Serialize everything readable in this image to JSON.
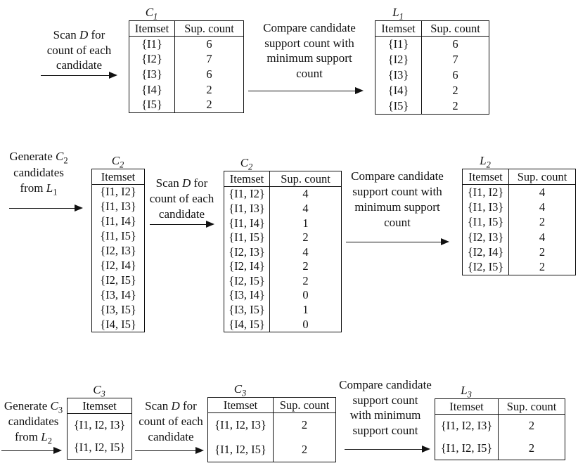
{
  "figure": {
    "background": "#ffffff",
    "text_color": "#111111",
    "line_color": "#111111"
  },
  "labels": {
    "scan1": {
      "lines": [
        [
          {
            "t": "Scan "
          },
          {
            "t": "D",
            "i": 1
          },
          {
            "t": " for"
          }
        ],
        [
          {
            "t": "count of each"
          }
        ],
        [
          {
            "t": "candidate"
          }
        ]
      ]
    },
    "compare1": {
      "lines": [
        [
          {
            "t": "Compare candidate"
          }
        ],
        [
          {
            "t": "support count with"
          }
        ],
        [
          {
            "t": "minimum support"
          }
        ],
        [
          {
            "t": "count"
          }
        ]
      ]
    },
    "generate2": {
      "lines": [
        [
          {
            "t": "Generate "
          },
          {
            "t": "C",
            "i": 1
          },
          {
            "t": "2",
            "s": 1
          }
        ],
        [
          {
            "t": "candidates"
          }
        ],
        [
          {
            "t": "from "
          },
          {
            "t": "L",
            "i": 1
          },
          {
            "t": "1",
            "s": 1
          }
        ]
      ]
    },
    "scan2": {
      "lines": [
        [
          {
            "t": "Scan "
          },
          {
            "t": "D",
            "i": 1
          },
          {
            "t": " for"
          }
        ],
        [
          {
            "t": "count of each"
          }
        ],
        [
          {
            "t": "candidate"
          }
        ]
      ]
    },
    "compare2": {
      "lines": [
        [
          {
            "t": "Compare candidate"
          }
        ],
        [
          {
            "t": "support count with"
          }
        ],
        [
          {
            "t": "minimum support"
          }
        ],
        [
          {
            "t": "count"
          }
        ]
      ]
    },
    "generate3": {
      "lines": [
        [
          {
            "t": "Generate "
          },
          {
            "t": "C",
            "i": 1
          },
          {
            "t": "3",
            "s": 1
          }
        ],
        [
          {
            "t": "candidates"
          }
        ],
        [
          {
            "t": "from "
          },
          {
            "t": "L",
            "i": 1
          },
          {
            "t": "2",
            "s": 1
          }
        ]
      ]
    },
    "scan3": {
      "lines": [
        [
          {
            "t": "Scan "
          },
          {
            "t": "D",
            "i": 1
          },
          {
            "t": " for"
          }
        ],
        [
          {
            "t": "count of each"
          }
        ],
        [
          {
            "t": "candidate"
          }
        ]
      ]
    },
    "compare3": {
      "lines": [
        [
          {
            "t": "Compare candidate"
          }
        ],
        [
          {
            "t": "support count"
          }
        ],
        [
          {
            "t": "with minimum"
          }
        ],
        [
          {
            "t": "support count"
          }
        ]
      ]
    }
  },
  "tables": {
    "c1": {
      "title": {
        "letter": "C",
        "sub": "1"
      },
      "headers": [
        "Itemset",
        "Sup. count"
      ],
      "rows": [
        [
          "{I1}",
          "6"
        ],
        [
          "{I2}",
          "7"
        ],
        [
          "{I3}",
          "6"
        ],
        [
          "{I4}",
          "2"
        ],
        [
          "{I5}",
          "2"
        ]
      ]
    },
    "l1": {
      "title": {
        "letter": "L",
        "sub": "1"
      },
      "headers": [
        "Itemset",
        "Sup. count"
      ],
      "rows": [
        [
          "{I1}",
          "6"
        ],
        [
          "{I2}",
          "7"
        ],
        [
          "{I3}",
          "6"
        ],
        [
          "{I4}",
          "2"
        ],
        [
          "{I5}",
          "2"
        ]
      ]
    },
    "c2_generated": {
      "title": {
        "letter": "C",
        "sub": "2"
      },
      "headers": [
        "Itemset"
      ],
      "rows": [
        [
          "{I1, I2}"
        ],
        [
          "{I1, I3}"
        ],
        [
          "{I1, I4}"
        ],
        [
          "{I1, I5}"
        ],
        [
          "{I2, I3}"
        ],
        [
          "{I2, I4}"
        ],
        [
          "{I2, I5}"
        ],
        [
          "{I3, I4}"
        ],
        [
          "{I3, I5}"
        ],
        [
          "{I4, I5}"
        ]
      ]
    },
    "c2_counted": {
      "title": {
        "letter": "C",
        "sub": "2"
      },
      "headers": [
        "Itemset",
        "Sup. count"
      ],
      "rows": [
        [
          "{I1, I2}",
          "4"
        ],
        [
          "{I1, I3}",
          "4"
        ],
        [
          "{I1, I4}",
          "1"
        ],
        [
          "{I1, I5}",
          "2"
        ],
        [
          "{I2, I3}",
          "4"
        ],
        [
          "{I2, I4}",
          "2"
        ],
        [
          "{I2, I5}",
          "2"
        ],
        [
          "{I3, I4}",
          "0"
        ],
        [
          "{I3, I5}",
          "1"
        ],
        [
          "{I4, I5}",
          "0"
        ]
      ]
    },
    "l2": {
      "title": {
        "letter": "L",
        "sub": "2"
      },
      "headers": [
        "Itemset",
        "Sup. count"
      ],
      "rows": [
        [
          "{I1, I2}",
          "4"
        ],
        [
          "{I1, I3}",
          "4"
        ],
        [
          "{I1, I5}",
          "2"
        ],
        [
          "{I2, I3}",
          "4"
        ],
        [
          "{I2, I4}",
          "2"
        ],
        [
          "{I2, I5}",
          "2"
        ]
      ]
    },
    "c3_generated": {
      "title": {
        "letter": "C",
        "sub": "3"
      },
      "headers": [
        "Itemset"
      ],
      "rows": [
        [
          "{I1, I2, I3}"
        ],
        [
          "{I1, I2, I5}"
        ]
      ]
    },
    "c3_counted": {
      "title": {
        "letter": "C",
        "sub": "3"
      },
      "headers": [
        "Itemset",
        "Sup. count"
      ],
      "rows": [
        [
          "{I1, I2, I3}",
          "2"
        ],
        [
          "{I1, I2, I5}",
          "2"
        ]
      ]
    },
    "l3": {
      "title": {
        "letter": "L",
        "sub": "3"
      },
      "headers": [
        "Itemset",
        "Sup. count"
      ],
      "rows": [
        [
          "{I1, I2, I3}",
          "2"
        ],
        [
          "{I1, I2, I5}",
          "2"
        ]
      ]
    }
  }
}
